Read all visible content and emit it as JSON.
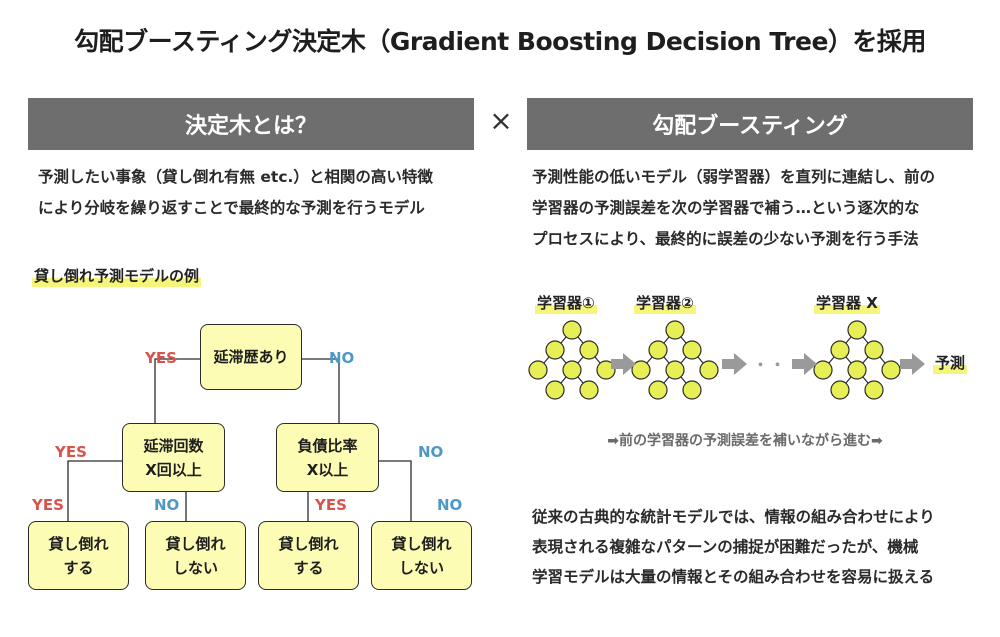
{
  "title": "勾配ブースティング決定木（Gradient Boosting Decision Tree）を採用",
  "left": {
    "heading": "決定木とは？",
    "desc_line1": "予測したい事象（貸し倒れ有無 etc.）と相関の高い特徴",
    "desc_line2": "により分岐を繰り返すことで最終的な予測を行うモデル",
    "example_label": "貸し倒れ予測モデルの例",
    "tree": {
      "root": "延滞歴あり",
      "mid_left": "延滞回数\nX回以上",
      "mid_right": "負債比率\nX以上",
      "leaf1": "貸し倒れ\nする",
      "leaf2": "貸し倒れ\nしない",
      "leaf3": "貸し倒れ\nする",
      "leaf4": "貸し倒れ\nしない",
      "yes": "YES",
      "no": "NO"
    }
  },
  "times_symbol": "×",
  "right": {
    "heading": "勾配ブースティング",
    "desc_line1": "予測性能の低いモデル（弱学習器）を直列に連結し、前の",
    "desc_line2": "学習器の予測誤差を次の学習器で補う…という逐次的な",
    "desc_line3": "プロセスにより、最終的に誤差の少ない予測を行う手法",
    "learner1": "学習器①",
    "learner2": "学習器②",
    "learner3": "学習器 X",
    "dots": "・・・",
    "prediction": "予測",
    "caption": "➡前の学習器の予測誤差を補いながら進む➡",
    "note_line1": "従来の古典的な統計モデルでは、情報の組み合わせにより",
    "note_line2": "表現される複雑なパターンの捕捉が困難だったが、機械",
    "note_line3": "学習モデルは大量の情報とその組み合わせを容易に扱える"
  },
  "colors": {
    "banner": "#6e6e6e",
    "node_fill": "#fcfcb4",
    "yes": "#d9534a",
    "no": "#4f98c6",
    "circle_fill": "#e6ef55",
    "arrow": "#9a9a9a"
  }
}
